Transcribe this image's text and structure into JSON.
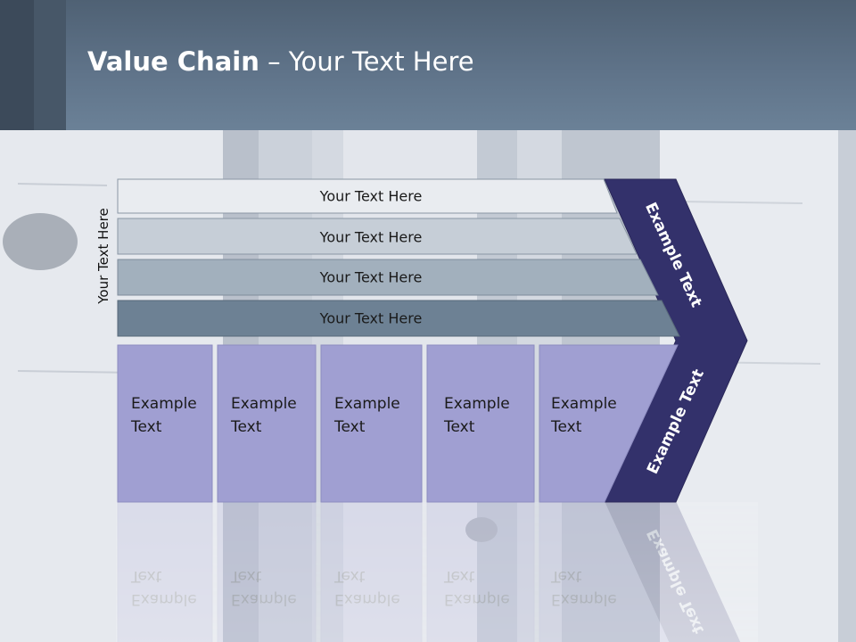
{
  "slide": {
    "title_bold": "Value Chain",
    "title_rest": " – Your Text Here"
  },
  "diagram": {
    "vertical_label": "Your Text Here",
    "support_rows": [
      "Your Text Here",
      "Your Text Here",
      "Your Text Here",
      "Your Text Here"
    ],
    "primary_boxes": [
      [
        "Example",
        "Text"
      ],
      [
        "Example",
        "Text"
      ],
      [
        "Example",
        "Text"
      ],
      [
        "Example",
        "Text"
      ],
      [
        "Example",
        "Text"
      ]
    ],
    "chevron_top_label": "Example Text",
    "chevron_bottom_label": "Example Text"
  },
  "colors": {
    "header": "#5f7389",
    "row_fills": [
      "#e9ecf0",
      "#c6ced7",
      "#a2b0bd",
      "#6d8194"
    ],
    "box_fill": "#a09fd2",
    "chevron_fill": "#33316b"
  }
}
